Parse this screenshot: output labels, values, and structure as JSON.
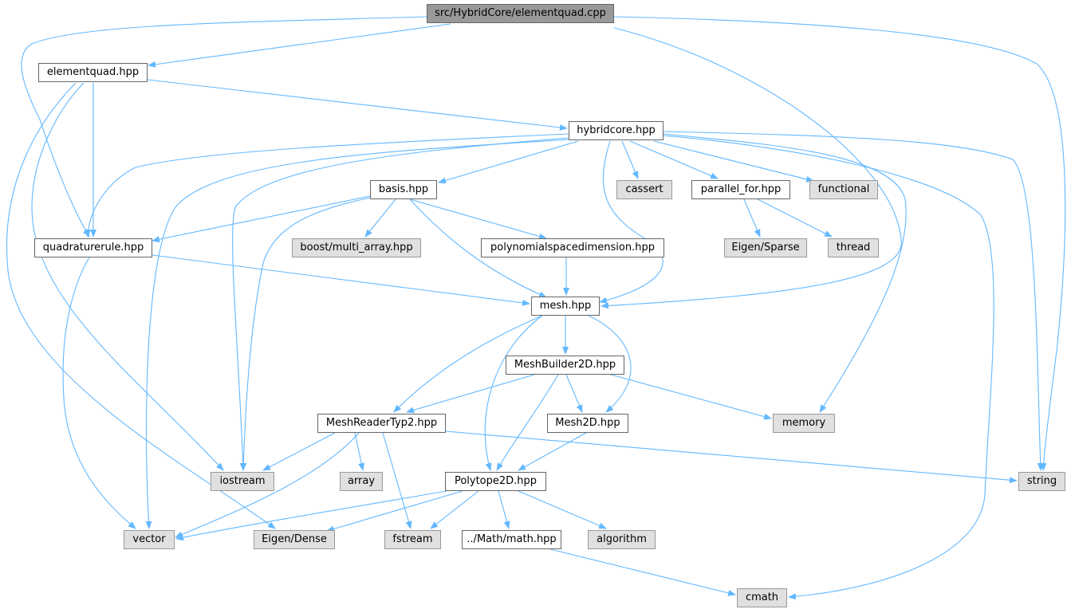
{
  "colors": {
    "edge": "#63b8ff",
    "root_fill": "#999999",
    "doc_fill": "#ffffff",
    "ext_fill": "#e0e0e0"
  },
  "nodes": {
    "root": "src/HybridCore/elementquad.cpp",
    "elementquad": "elementquad.hpp",
    "hybridcore": "hybridcore.hpp",
    "quadrature": "quadraturerule.hpp",
    "basis": "basis.hpp",
    "cassert": "cassert",
    "parallel": "parallel_for.hpp",
    "functional": "functional",
    "boost": "boost/multi_array.hpp",
    "polyspace": "polynomialspacedimension.hpp",
    "eigensparse": "Eigen/Sparse",
    "thread": "thread",
    "mesh": "mesh.hpp",
    "meshbuilder": "MeshBuilder2D.hpp",
    "meshreader": "MeshReaderTyp2.hpp",
    "mesh2d": "Mesh2D.hpp",
    "memory": "memory",
    "iostream": "iostream",
    "array": "array",
    "polytope": "Polytope2D.hpp",
    "string": "string",
    "vector": "vector",
    "eigendense": "Eigen/Dense",
    "fstream": "fstream",
    "math": "../Math/math.hpp",
    "algorithm": "algorithm",
    "cmath": "cmath"
  }
}
